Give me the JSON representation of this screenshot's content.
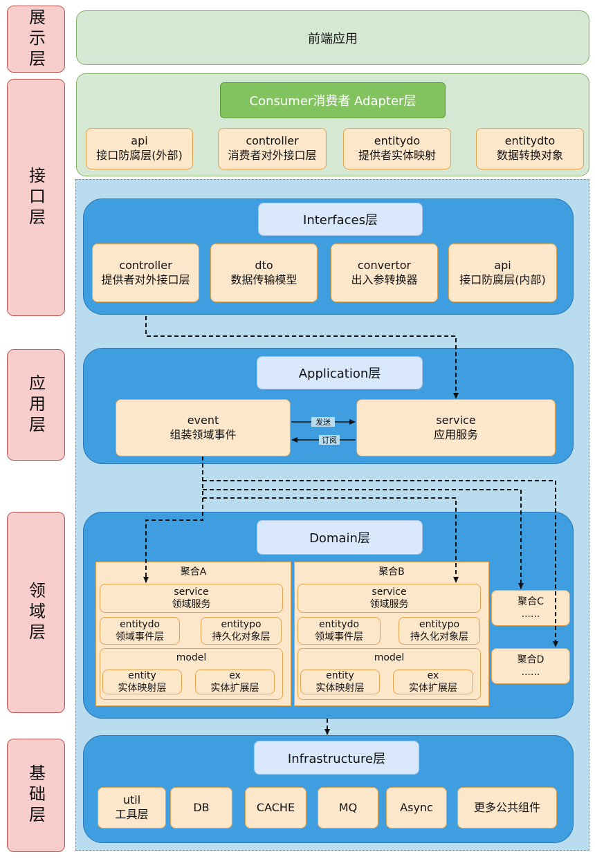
{
  "side_labels": {
    "presentation": "展示层",
    "interface": "接口层",
    "application": "应用层",
    "domain": "领域层",
    "infrastructure": "基础层"
  },
  "frontend": "前端应用",
  "adapter": {
    "title": "Consumer消费者 Adapter层",
    "items": [
      {
        "name": "api",
        "desc": "接口防腐层(外部)"
      },
      {
        "name": "controller",
        "desc": "消费者对外接口层"
      },
      {
        "name": "entitydo",
        "desc": "提供者实体映射"
      },
      {
        "name": "entitydto",
        "desc": "数据转换对象"
      }
    ]
  },
  "interfaces": {
    "title": "Interfaces层",
    "items": [
      {
        "name": "controller",
        "desc": "提供者对外接口层"
      },
      {
        "name": "dto",
        "desc": "数据传输模型"
      },
      {
        "name": "convertor",
        "desc": "出入参转换器"
      },
      {
        "name": "api",
        "desc": "接口防腐层(内部)"
      }
    ]
  },
  "application": {
    "title": "Application层",
    "event": {
      "name": "event",
      "desc": "组装领域事件"
    },
    "service": {
      "name": "service",
      "desc": "应用服务"
    },
    "send_label": "发送",
    "subscribe_label": "订阅"
  },
  "domain": {
    "title": "Domain层",
    "aggregates": [
      {
        "title": "聚合A",
        "service": {
          "name": "service",
          "desc": "领域服务"
        },
        "entitydo": {
          "name": "entitydo",
          "desc": "领域事件层"
        },
        "entitypo": {
          "name": "entitypo",
          "desc": "持久化对象层"
        },
        "model": "model",
        "entity": {
          "name": "entity",
          "desc": "实体映射层"
        },
        "ex": {
          "name": "ex",
          "desc": "实体扩展层"
        }
      },
      {
        "title": "聚合B",
        "service": {
          "name": "service",
          "desc": "领域服务"
        },
        "entitydo": {
          "name": "entitydo",
          "desc": "领域事件层"
        },
        "entitypo": {
          "name": "entitypo",
          "desc": "持久化对象层"
        },
        "model": "model",
        "entity": {
          "name": "entity",
          "desc": "实体映射层"
        },
        "ex": {
          "name": "ex",
          "desc": "实体扩展层"
        }
      }
    ],
    "aggregate_c": {
      "name": "聚合C",
      "desc": "......"
    },
    "aggregate_d": {
      "name": "聚合D",
      "desc": "......"
    }
  },
  "infrastructure": {
    "title": "Infrastructure层",
    "util": {
      "name": "util",
      "desc": "工具层"
    },
    "items": [
      "DB",
      "CACHE",
      "MQ",
      "Async",
      "更多公共组件"
    ]
  },
  "colors": {
    "side_fill": "#f8cecc",
    "green_fill": "#d5e8d4",
    "adapter_title": "#82c35f",
    "blue_layer": "#3f9ee0",
    "dashed_zone": "#b9dcef",
    "label_fill": "#dae8fc",
    "component_fill": "#fde7ca"
  }
}
